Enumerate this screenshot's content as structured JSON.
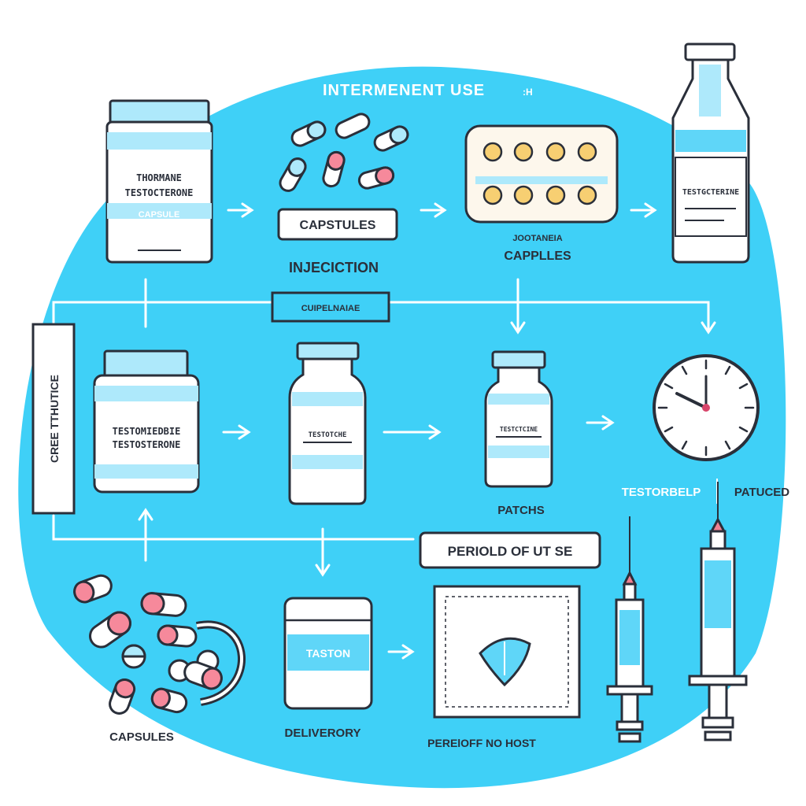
{
  "colors": {
    "background_blob": "#3fd0f7",
    "light_blue": "#aee9fb",
    "mid_blue": "#5fd6f8",
    "outline": "#2a2f3a",
    "white": "#ffffff",
    "pill_pink": "#f6899b",
    "pill_yellow": "#f7cf72",
    "cream": "#fdf7ec",
    "syringe_tip": "#f07f90",
    "clock_hand": "#d8456b"
  },
  "title": "INTERMENENT USE",
  "title_suffix": ":H",
  "row1": {
    "jar_line1": "THORMANE",
    "jar_line2": "TESTOCTERONE",
    "jar_line3": "CAPSULE",
    "capsules_label": "CAPSTULES",
    "injection_label": "INJECICTION",
    "blister_top_label": "JOOTANEIA",
    "blister_label": "CAPPLLES",
    "bottle_label": "TESTGCTERINE"
  },
  "row2": {
    "banner_label": "CUIPELNAIAE",
    "side_label": "CREE TTHUTICE",
    "jar_line1": "TESTOMIEDBIE",
    "jar_line2": "TESTOSTERONE",
    "vial_label": "TESTOTCHE",
    "vial2_label": "TESTCTCINE",
    "patchs_label": "PATCHS",
    "testorbelp_label": "TESTORBELP",
    "patuced_label": "PATUCED"
  },
  "row3": {
    "period_label": "PERIOLD OF UT SE",
    "capsules_label": "CAPSULES",
    "taston_label": "TASTON",
    "delivery_label": "DELIVERORY",
    "patch_label": "PERElOFF NO HOST"
  }
}
